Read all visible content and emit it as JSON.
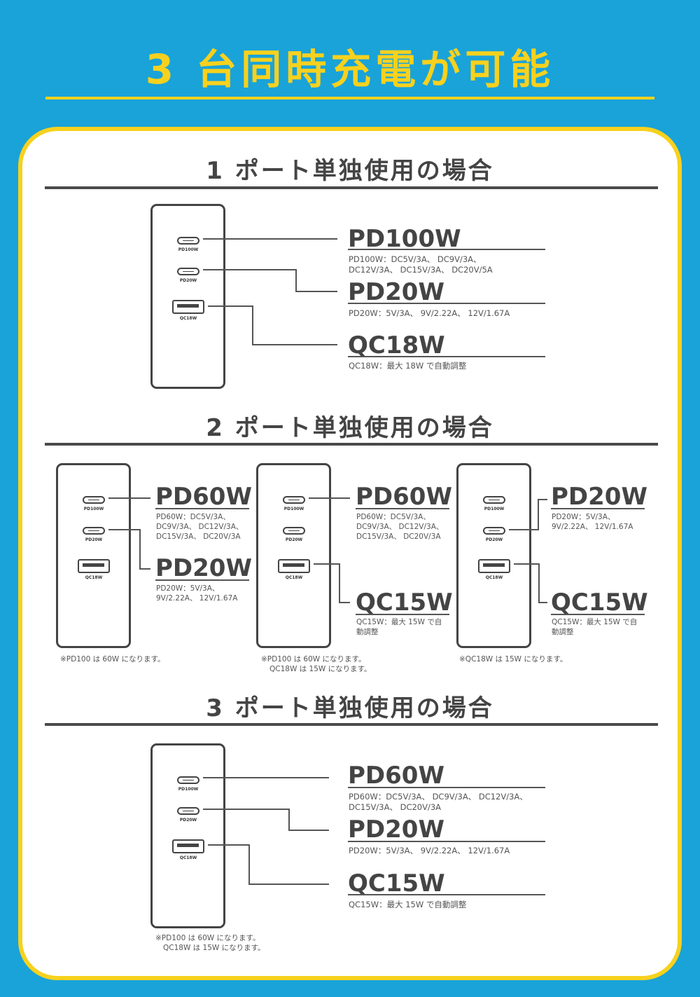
{
  "title": "3 台同時充電が可能",
  "sections": [
    {
      "heading": "1 ポート単独使用の場合",
      "ports": {
        "c1": "PD100W",
        "c2": "PD20W",
        "a": "QC18W"
      },
      "outputs": [
        {
          "label": "PD100W",
          "spec": [
            "PD100W：DC5V/3A、 DC9V/3A、",
            "DC12V/3A、 DC15V/3A、 DC20V/5A"
          ]
        },
        {
          "label": "PD20W",
          "spec": [
            "PD20W：5V/3A、 9V/2.22A、 12V/1.67A"
          ]
        },
        {
          "label": "QC18W",
          "spec": [
            "QC18W：最大 18W で自動調整"
          ]
        }
      ]
    },
    {
      "heading": "2 ポート単独使用の場合",
      "groups": [
        {
          "ports": {
            "c1": "PD100W",
            "c2": "PD20W",
            "a": "QC18W"
          },
          "outputs": [
            {
              "label": "PD60W",
              "spec": [
                "PD60W：DC5V/3A、",
                "DC9V/3A、 DC12V/3A、",
                "DC15V/3A、 DC20V/3A"
              ]
            },
            {
              "label": "PD20W",
              "spec": [
                "PD20W：5V/3A、",
                "9V/2.22A、 12V/1.67A"
              ]
            }
          ],
          "note": [
            "※PD100 は 60W になります。"
          ]
        },
        {
          "ports": {
            "c1": "PD100W",
            "c2": "PD20W",
            "a": "QC18W"
          },
          "outputs": [
            {
              "label": "PD60W",
              "spec": [
                "PD60W：DC5V/3A、",
                "DC9V/3A、 DC12V/3A、",
                "DC15V/3A、 DC20V/3A"
              ]
            },
            {
              "label": "QC15W",
              "spec": [
                "QC15W：最大 15W で自",
                "動調整"
              ]
            }
          ],
          "note": [
            "※PD100 は 60W になります。",
            "QC18W は 15W になります。"
          ]
        },
        {
          "ports": {
            "c1": "PD100W",
            "c2": "PD20W",
            "a": "QC18W"
          },
          "outputs": [
            {
              "label": "PD20W",
              "spec": [
                "PD20W：5V/3A、",
                "9V/2.22A、 12V/1.67A"
              ]
            },
            {
              "label": "QC15W",
              "spec": [
                "QC15W：最大 15W で自",
                "動調整"
              ]
            }
          ],
          "note": [
            "※QC18W は 15W になります。"
          ]
        }
      ]
    },
    {
      "heading": "3 ポート単独使用の場合",
      "ports": {
        "c1": "PD100W",
        "c2": "PD20W",
        "a": "QC18W"
      },
      "outputs": [
        {
          "label": "PD60W",
          "spec": [
            "PD60W：DC5V/3A、 DC9V/3A、 DC12V/3A、",
            "DC15V/3A、 DC20V/3A"
          ]
        },
        {
          "label": "PD20W",
          "spec": [
            "PD20W：5V/3A、 9V/2.22A、 12V/1.67A"
          ]
        },
        {
          "label": "QC15W",
          "spec": [
            "QC15W：最大 15W で自動調整"
          ]
        }
      ],
      "note": [
        "※PD100 は 60W になります。",
        "QC18W は 15W になります。"
      ]
    }
  ]
}
